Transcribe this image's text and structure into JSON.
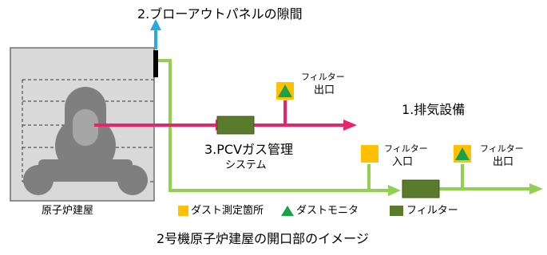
{
  "colors": {
    "building_fill": "#d9d9d9",
    "building_border": "#6e6e6e",
    "vessel_fill": "#7f7f7f",
    "exhaust_line": "#e8246a",
    "leak_line": "#92d050",
    "blowout_arrow": "#2aa8e0",
    "filter_box": "#5a7a2c",
    "dust_point": "#ffc000",
    "dust_monitor": "#1aa24a",
    "gap_marker": "#000000"
  },
  "icons": {
    "dust_point": "square-icon",
    "dust_monitor": "triangle-icon",
    "filter": "rectangle-icon"
  },
  "labels": {
    "blowout_gap": "2.ブローアウトパネルの隙間",
    "exhaust_facility": "1.排気設備",
    "pcv_gas_line1": "3.PCVガス管理",
    "pcv_gas_line2": "システム",
    "filter_outlet_top_1": "フィルター",
    "filter_outlet_top_2": "出口",
    "filter_inlet_1": "フィルター",
    "filter_inlet_2": "入口",
    "filter_outlet_right_1": "フィルター",
    "filter_outlet_right_2": "出口",
    "building": "原子炉建屋",
    "caption": "2号機原子炉建屋の開口部のイメージ"
  },
  "legend": [
    {
      "label": "ダスト測定箇所",
      "symbol": "square"
    },
    {
      "label": "ダストモニタ",
      "symbol": "triangle"
    },
    {
      "label": "フィルター",
      "symbol": "rect"
    }
  ]
}
